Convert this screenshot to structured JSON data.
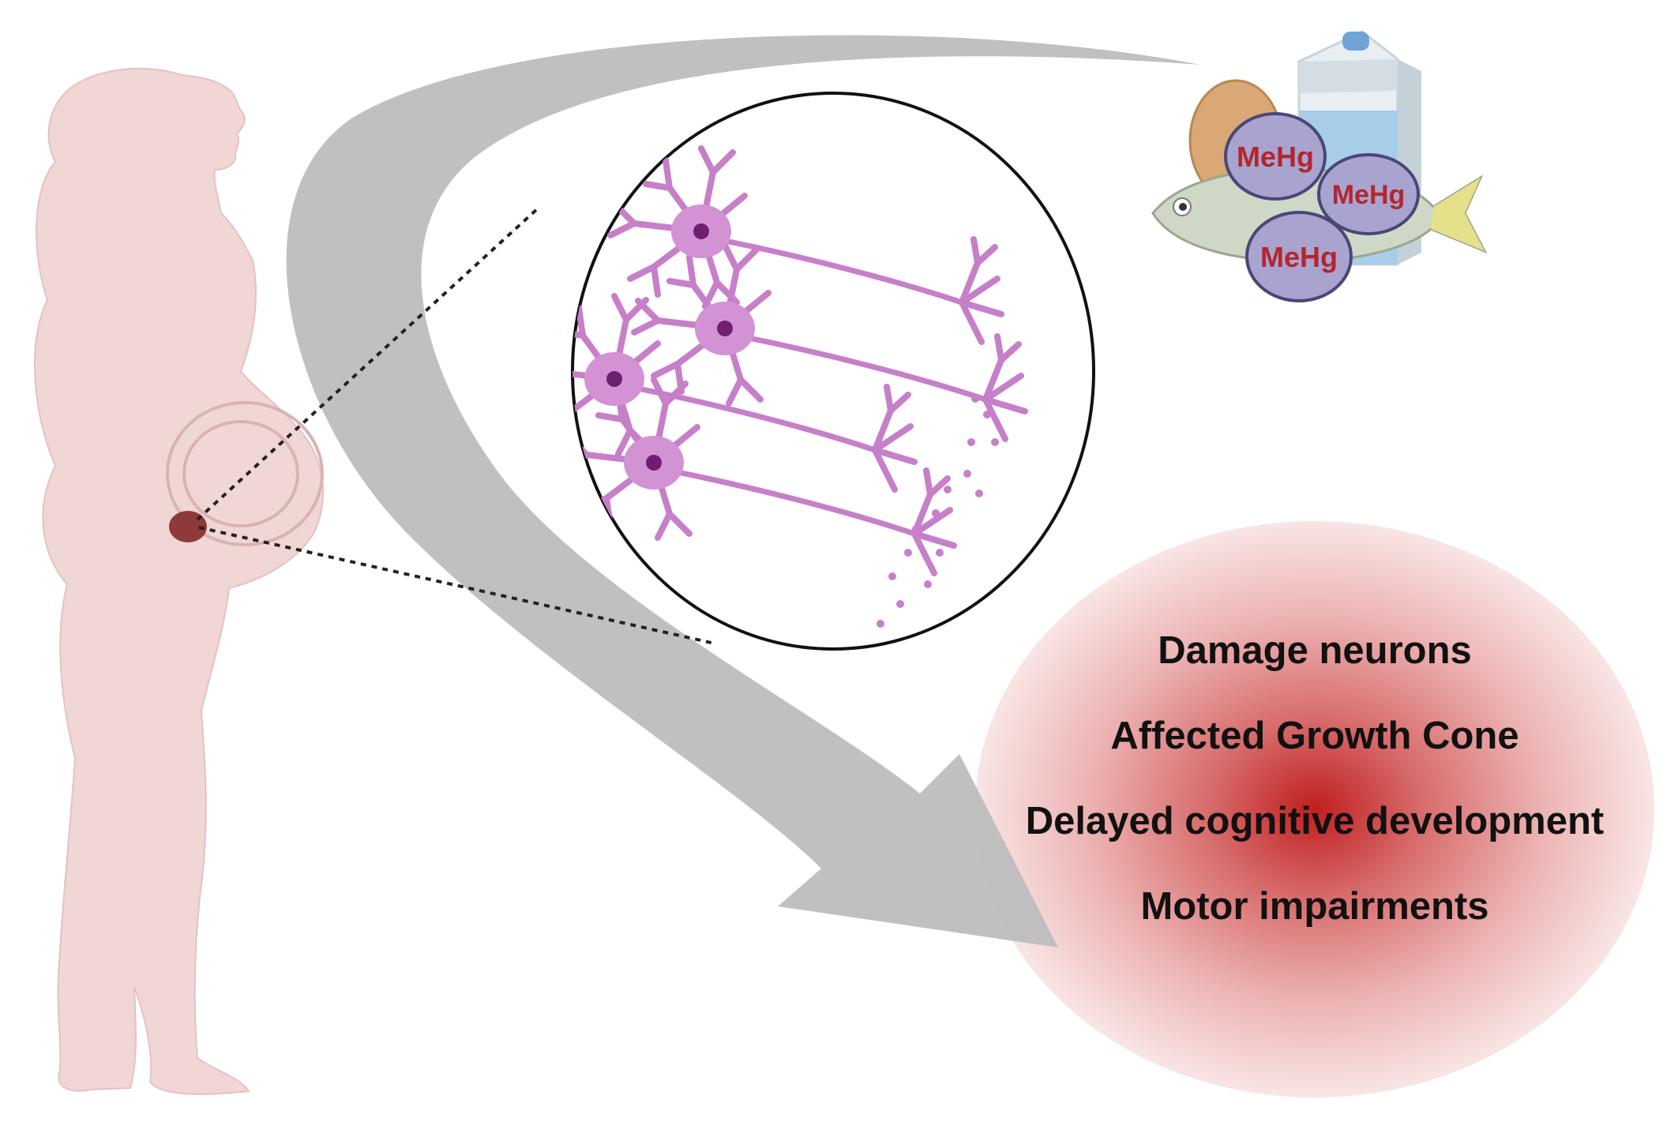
{
  "figure": {
    "toxin_labels": [
      "MeHg",
      "MeHg",
      "MeHg"
    ],
    "effects": [
      "Damage neurons",
      "Affected Growth Cone",
      "Delayed cognitive development",
      "Motor impairments"
    ]
  },
  "colors": {
    "silhouette": "#f1d6d6",
    "fetus": "#8e3a3a",
    "arrow": "#bdbdbd",
    "neuron": "#c77fc9",
    "nucleus": "#6e1f6e",
    "mehg_bubble": "#a9a3d0",
    "mehg_text": "#b3262e",
    "damage_glow": "#c01f1f",
    "effect_text": "#111111"
  },
  "icons": [
    "pregnant-woman-icon",
    "fetus-icon",
    "egg-icon",
    "milk-carton-icon",
    "fish-icon",
    "neuron-icon",
    "magnifier-circle-icon",
    "curved-arrow-icon"
  ]
}
